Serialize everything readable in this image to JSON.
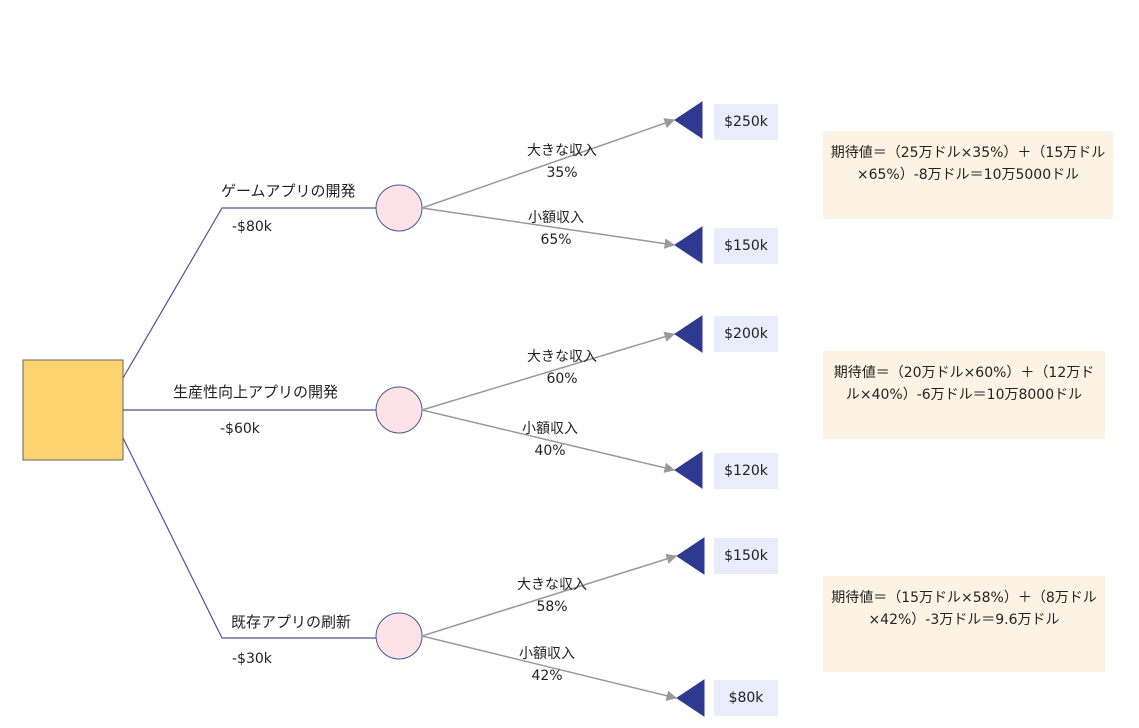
{
  "options": [
    {
      "name": "ゲームアプリの開発",
      "cost": "-$80k",
      "outcomes": [
        {
          "label": "大きな収入",
          "prob": "35%",
          "value": "$250k"
        },
        {
          "label": "小額収入",
          "prob": "65%",
          "value": "$150k"
        }
      ],
      "expected": "期待値＝（25万ドル×35%）＋（15万ドル×65%）-8万ドル＝10万5000ドル"
    },
    {
      "name": "生産性向上アプリの開発",
      "cost": "-$60k",
      "outcomes": [
        {
          "label": "大きな収入",
          "prob": "60%",
          "value": "$200k"
        },
        {
          "label": "小額収入",
          "prob": "40%",
          "value": "$120k"
        }
      ],
      "expected": "期待値＝（20万ドル×60%）＋（12万ドル×40%）-6万ドル＝10万8000ドル"
    },
    {
      "name": "既存アプリの刷新",
      "cost": "-$30k",
      "outcomes": [
        {
          "label": "大きな収入",
          "prob": "58%",
          "value": "$150k"
        },
        {
          "label": "小額収入",
          "prob": "42%",
          "value": "$80k"
        }
      ],
      "expected": "期待値＝（15万ドル×58%）＋（8万ドル×42%）-3万ドル＝9.6万ドル"
    }
  ],
  "colors": {
    "decision_fill": "#fdd36f",
    "chance_fill": "#fde2e8",
    "terminal_fill": "#2e3a8f",
    "line_main": "#4a5596",
    "line_branch": "#999999",
    "value_bg": "#e9ecfb",
    "ev_bg": "#fdf3e5"
  }
}
